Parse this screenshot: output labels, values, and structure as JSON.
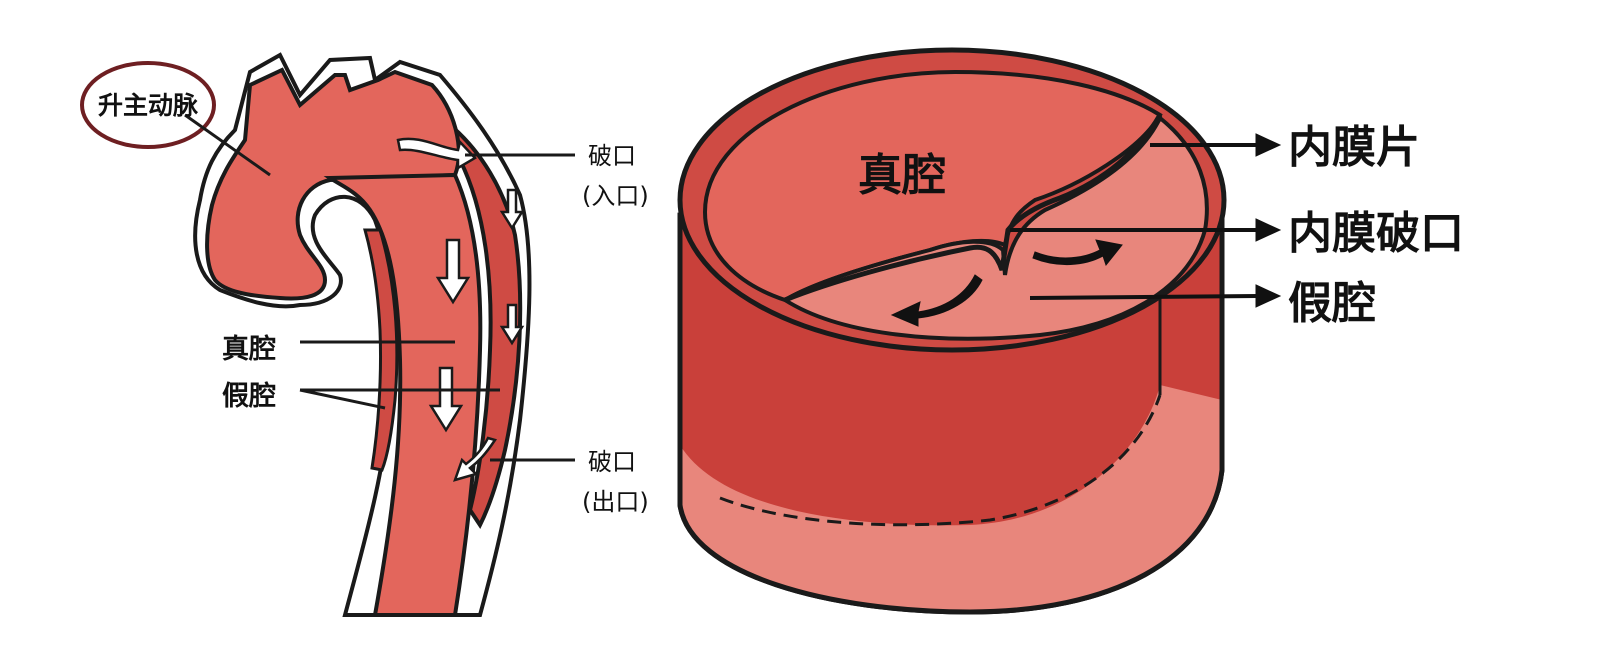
{
  "left_diagram": {
    "ascending_aorta_label": "升主动脉",
    "true_lumen_label": "真腔",
    "false_lumen_label": "假腔",
    "entry_tear": {
      "line1": "破口",
      "line2": "(入口)"
    },
    "exit_tear": {
      "line1": "破口",
      "line2": "(出口)"
    }
  },
  "right_diagram": {
    "true_lumen_label": "真腔",
    "intimal_flap_label": "内膜片",
    "intimal_tear_label": "内膜破口",
    "false_lumen_label": "假腔"
  },
  "colors": {
    "vessel_red": "#e3665c",
    "dark_red": "#c13e38",
    "light_red": "#e8867c",
    "outline": "#1a1a1a",
    "circle_mark": "#6e1f22"
  }
}
